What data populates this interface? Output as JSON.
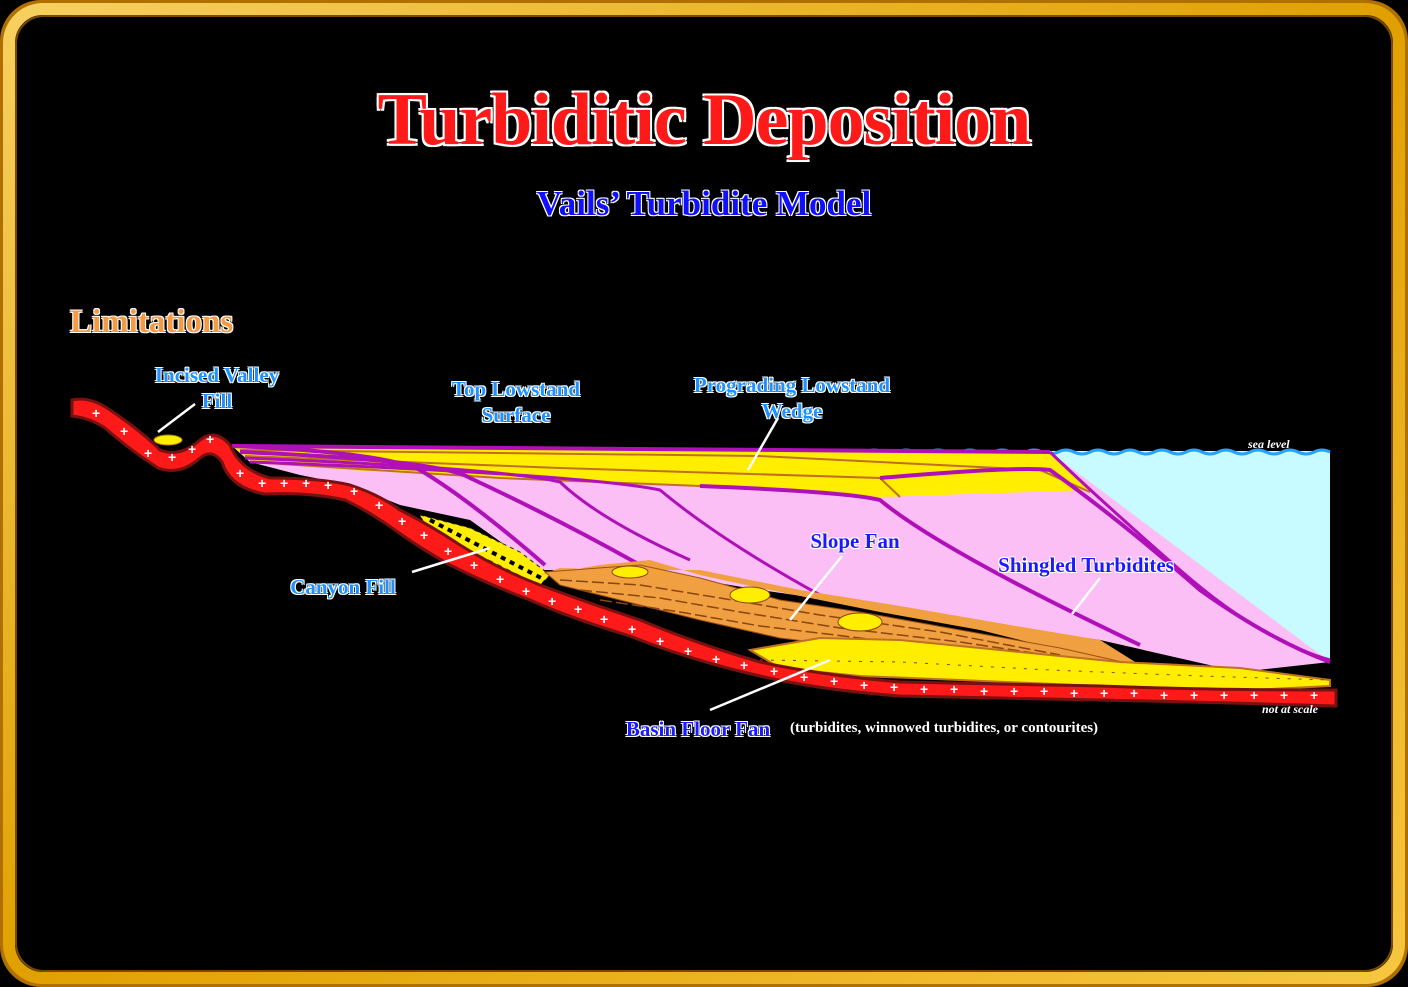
{
  "title": "Turbiditic Deposition",
  "subtitle": "Vails’ Turbidite Model",
  "section_label": "Limitations",
  "labels": {
    "incised_valley_fill": [
      "Incised Valley",
      "Fill"
    ],
    "top_lowstand_surface": [
      "Top Lowstand",
      "Surface"
    ],
    "prograding_lowstand_wedge": [
      "Prograding Lowstand",
      "Wedge"
    ],
    "slope_fan": "Slope Fan",
    "shingled_turbidites": "Shingled Turbidites",
    "canyon_fill": "Canyon Fill",
    "basin_floor_fan": "Basin Floor Fan",
    "basin_floor_fan_note": "(turbidites, winnowed turbidites, or contourites)",
    "sea_level": "sea level",
    "not_at_scale": "not at scale"
  },
  "colors": {
    "frame_gold": "#f0b400",
    "basement_red": "#ff1a1a",
    "water": "#c8fbff",
    "wedge_pink": "#fbbff5",
    "clinoform": "#b010b8",
    "sand_yellow": "#ffee00",
    "fan_orange": "#f0a040"
  }
}
